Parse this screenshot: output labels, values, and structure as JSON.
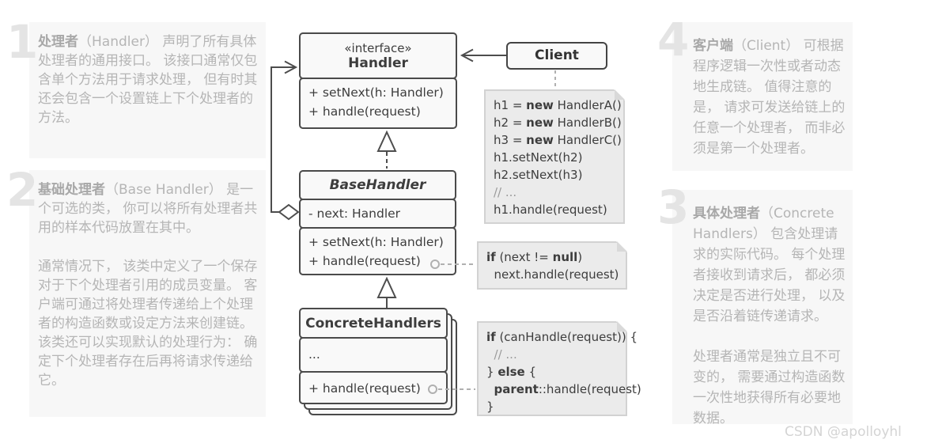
{
  "annotations": {
    "a1": {
      "num": "1",
      "term": "处理者",
      "p1": "（Handler） 声明了所有具体处理者的通用接口。 该接口通常仅包含单个方法用于请求处理， 但有时其还会包含一个设置链上下个处理者的方法。"
    },
    "a2": {
      "num": "2",
      "term": "基础处理者",
      "p1": "（Base Handler） 是一个可选的类， 你可以将所有处理者共用的样本代码放置在其中。",
      "p2": "通常情况下， 该类中定义了一个保存对于下个处理者引用的成员变量。 客户端可通过将处理者传递给上个处理者的构造函数或设定方法来创建链。 该类还可以实现默认的处理行为： 确定下个处理者存在后再将请求传递给它。"
    },
    "a3": {
      "num": "3",
      "term": "具体处理者",
      "p1": "（Concrete Handlers） 包含处理请求的实际代码。 每个处理者接收到请求后， 都必须决定是否进行处理， 以及是否沿着链传递请求。",
      "p2": "处理者通常是独立且不可变的， 需要通过构造函数一次性地获得所有必要地数据。"
    },
    "a4": {
      "num": "4",
      "term": "客户端",
      "p1": "（Client） 可根据程序逻辑一次性或者动态地生成链。 值得注意的是， 请求可发送给链上的任意一个处理者， 而非必须是第一个处理者。"
    }
  },
  "uml": {
    "handler": {
      "stereotype": "«interface»",
      "name": "Handler",
      "methods": [
        "+ setNext(h: Handler)",
        "+ handle(request)"
      ]
    },
    "base_handler": {
      "name": "BaseHandler",
      "field": "- next: Handler",
      "methods": [
        "+ setNext(h: Handler)",
        "+ handle(request)"
      ]
    },
    "concrete_handlers": {
      "name": "ConcreteHandlers",
      "field": "...",
      "method": "+ handle(request)"
    },
    "client": {
      "name": "Client"
    }
  },
  "notes": {
    "client_code": [
      [
        [
          "h1 = "
        ],
        [
          "new",
          "b"
        ],
        [
          " HandlerA()"
        ]
      ],
      [
        [
          "h2 = "
        ],
        [
          "new",
          "b"
        ],
        [
          " HandlerB()"
        ]
      ],
      [
        [
          "h3 = "
        ],
        [
          "new",
          "b"
        ],
        [
          " HandlerC()"
        ]
      ],
      [
        [
          "h1.setNext(h2)"
        ]
      ],
      [
        [
          "h2.setNext(h3)"
        ]
      ],
      [
        [
          "// ...",
          "c"
        ]
      ],
      [
        [
          "h1.handle(request)"
        ]
      ]
    ],
    "base_handle_code": [
      [
        [
          "if",
          "b"
        ],
        [
          " (next != "
        ],
        [
          "null",
          "b"
        ],
        [
          ")"
        ]
      ],
      [
        [
          "  next.handle(request)"
        ]
      ]
    ],
    "concrete_handle_code": [
      [
        [
          "if",
          "b"
        ],
        [
          " (canHandle(request)) {"
        ]
      ],
      [
        [
          "  // ...",
          "c"
        ]
      ],
      [
        [
          "} "
        ],
        [
          "else",
          "b"
        ],
        [
          " {"
        ]
      ],
      [
        [
          "  "
        ],
        [
          "parent",
          "b"
        ],
        [
          "::handle(request)"
        ]
      ],
      [
        [
          "}"
        ]
      ]
    ]
  },
  "watermark": "CSDN @apolloyhl",
  "colors": {
    "box_border": "#4a4a4a",
    "box_fill": "#f9f9f9",
    "note_fill": "#ebebeb",
    "note_border": "#d2d2d2",
    "annotation_text": "#b5b5b5",
    "annotation_bg": "#f7f7f7",
    "numeral": "#e4e4e4",
    "connector": "#4d4d4d",
    "note_connector": "#b0b0b0",
    "watermark": "#d4d4d4"
  }
}
